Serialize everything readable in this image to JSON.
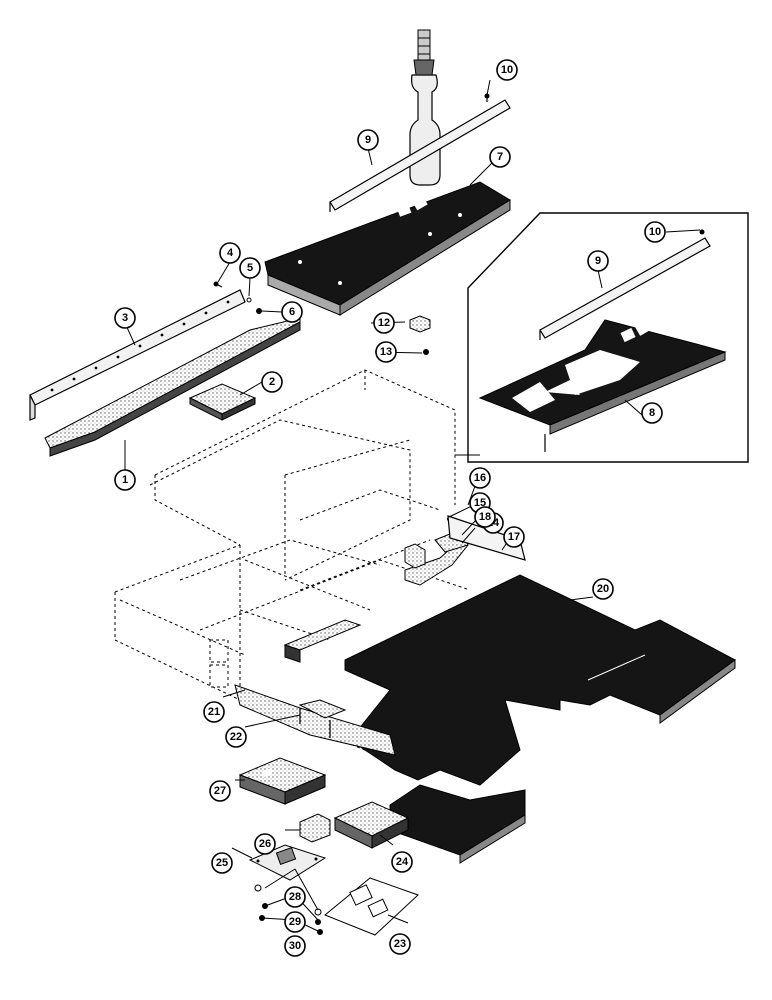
{
  "diagram": {
    "callouts": [
      {
        "id": "c1",
        "label": "1"
      },
      {
        "id": "c2",
        "label": "2"
      },
      {
        "id": "c3",
        "label": "3"
      },
      {
        "id": "c4",
        "label": "4"
      },
      {
        "id": "c5",
        "label": "5"
      },
      {
        "id": "c6",
        "label": "6"
      },
      {
        "id": "c7",
        "label": "7"
      },
      {
        "id": "c8",
        "label": "8"
      },
      {
        "id": "c9a",
        "label": "9"
      },
      {
        "id": "c9b",
        "label": "9"
      },
      {
        "id": "c10a",
        "label": "10"
      },
      {
        "id": "c10b",
        "label": "10"
      },
      {
        "id": "c12",
        "label": "12"
      },
      {
        "id": "c13",
        "label": "13"
      },
      {
        "id": "c14",
        "label": "14"
      },
      {
        "id": "c15",
        "label": "15"
      },
      {
        "id": "c16",
        "label": "16"
      },
      {
        "id": "c17",
        "label": "17"
      },
      {
        "id": "c18",
        "label": "18"
      },
      {
        "id": "c20",
        "label": "20"
      },
      {
        "id": "c21",
        "label": "21"
      },
      {
        "id": "c22",
        "label": "22"
      },
      {
        "id": "c23",
        "label": "23"
      },
      {
        "id": "c24",
        "label": "24"
      },
      {
        "id": "c25",
        "label": "25"
      },
      {
        "id": "c26",
        "label": "26"
      },
      {
        "id": "c27",
        "label": "27"
      },
      {
        "id": "c28",
        "label": "28"
      },
      {
        "id": "c29",
        "label": "29"
      },
      {
        "id": "c30",
        "label": "30"
      }
    ]
  }
}
